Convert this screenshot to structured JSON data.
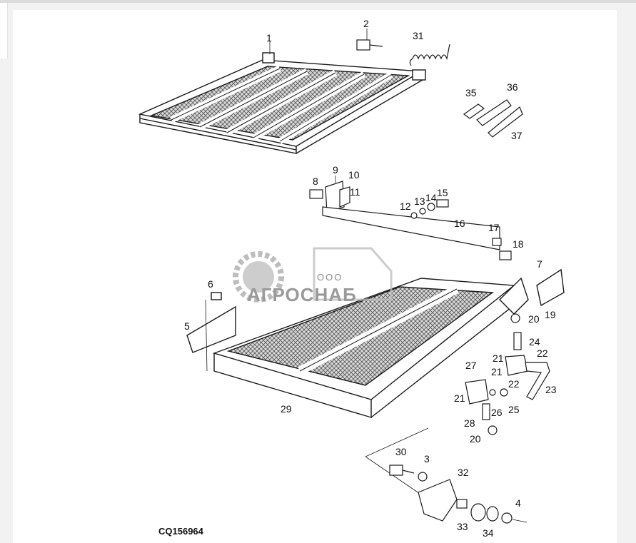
{
  "diagram": {
    "drawing_code": "CQ156964",
    "watermark": {
      "line1": "ООО",
      "line2": "АГРОСНАБ"
    },
    "callouts": [
      "1",
      "2",
      "31",
      "35",
      "36",
      "37",
      "8",
      "9",
      "10",
      "11",
      "12",
      "13",
      "14",
      "15",
      "16",
      "17",
      "18",
      "7",
      "19",
      "6",
      "5",
      "20",
      "24",
      "21",
      "22",
      "27",
      "21",
      "21",
      "22",
      "23",
      "26",
      "25",
      "28",
      "20",
      "29",
      "30",
      "3",
      "32",
      "33",
      "34",
      "4"
    ]
  }
}
